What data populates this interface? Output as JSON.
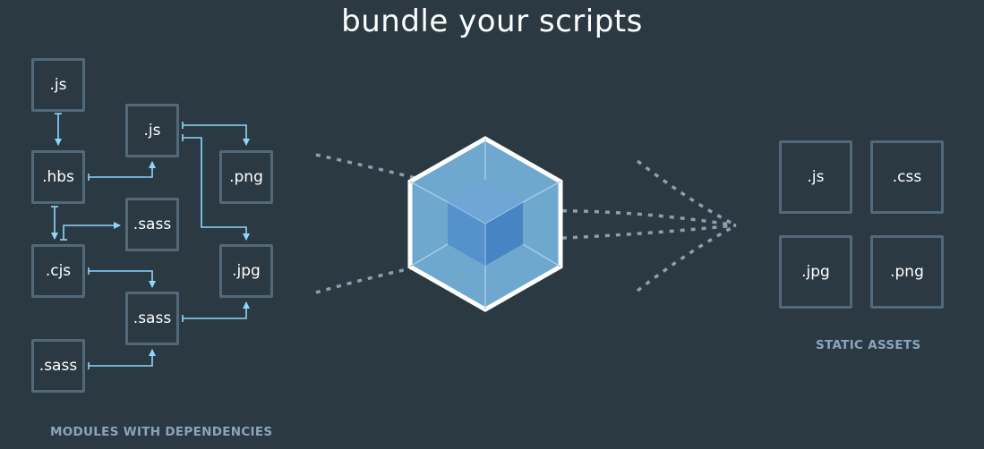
{
  "title": "bundle your scripts",
  "modules": {
    "caption": "MODULES WITH DEPENDENCIES",
    "items": [
      ".js",
      ".hbs",
      ".cjs",
      ".sass",
      ".js",
      ".sass",
      ".sass",
      ".png",
      ".jpg"
    ]
  },
  "assets": {
    "caption": "STATIC ASSETS",
    "items": [
      ".js",
      ".css",
      ".jpg",
      ".png"
    ]
  },
  "colors": {
    "background": "#2b3a42",
    "box_border": "#52697a",
    "arrow": "#8ed6fb",
    "cube_outer": "#6ea8cf",
    "cube_inner": "#4f8cc9",
    "caption": "#8aa4bc"
  }
}
